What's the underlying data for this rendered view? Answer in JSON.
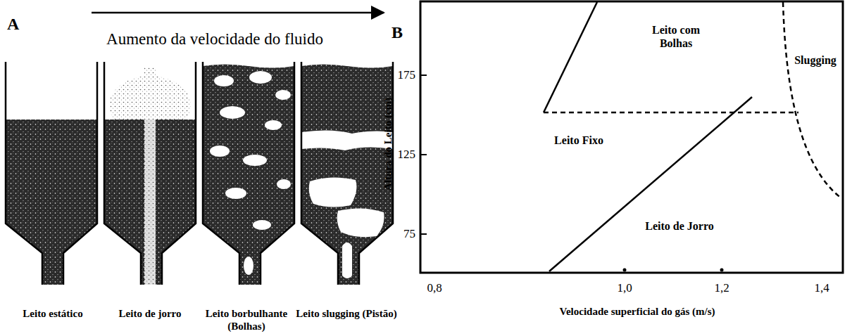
{
  "diagram": {
    "labels": [
      "A",
      "Aumento da velocidade do fluido",
      "Leito estático",
      "Leito de jorro",
      "Leito borbulhante (Bolhas)",
      "Leito slugging (Pistão)",
      "B",
      "Leito com Bolhas",
      "175",
      "Slugging",
      "Leito Fixo",
      "125",
      "Leito de Jorro",
      "75",
      "Altura do Leito (cm)",
      "0,8",
      "1,0",
      "1,2",
      "1,4",
      "Velocidade superficial do gás (m/s)"
    ]
  }
}
